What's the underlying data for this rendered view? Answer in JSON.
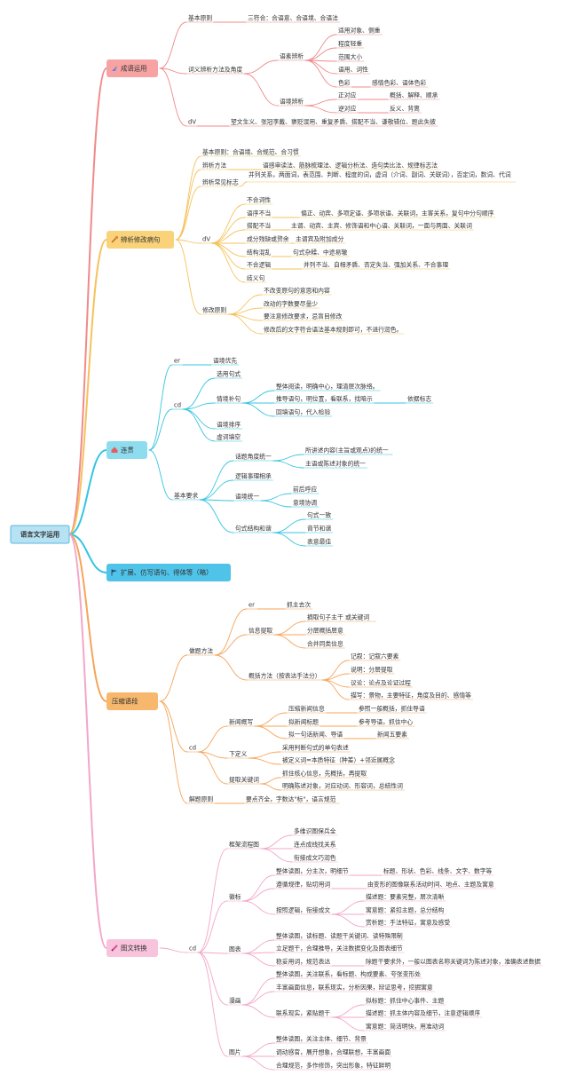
{
  "colors": {
    "red": "#f08a8a",
    "orange": "#f5c25c",
    "cyan": "#36c5e0",
    "blue": "#36c5e0",
    "amber": "#f5a55a",
    "pink": "#f3a7c8",
    "root_bg": "#b7e2f3",
    "red_bg": "#f7a3a3",
    "orange_bg": "#f9d27a",
    "cyan_bg": "#8fdcef",
    "blue_bg": "#4fc3e8",
    "amber_bg": "#f7b86d",
    "pink_bg": "#f8c3dc"
  },
  "root": {
    "label": "语言文字运用"
  },
  "branches": [
    {
      "id": "b1",
      "label": "成语运用",
      "icon": "rocket-icon",
      "color": "red",
      "y": 0
    },
    {
      "id": "b2",
      "label": "辨析修改病句",
      "icon": "tool-icon",
      "color": "orange",
      "y": 0
    },
    {
      "id": "b3",
      "label": "连贯",
      "icon": "house-icon",
      "color": "cyan",
      "y": 0
    },
    {
      "id": "b4",
      "label": "扩展、仿写语句、得体等（略）",
      "icon": "flag-icon",
      "color": "blue",
      "y": 0
    },
    {
      "id": "b5",
      "label": "压缩语段",
      "icon": "",
      "color": "amber",
      "y": 0
    },
    {
      "id": "b6",
      "label": "图文转换",
      "icon": "pencil-icon",
      "color": "pink",
      "y": 0
    }
  ],
  "nodes": [
    {
      "id": "n1",
      "p": "b1",
      "t": "基本原则"
    },
    {
      "id": "n2",
      "p": "n1",
      "t": "三符合：合语意、合语境、合语法"
    },
    {
      "id": "n3",
      "p": "b1",
      "t": "词义辨析方法及角度"
    },
    {
      "id": "n4",
      "p": "n3",
      "t": "语素辨析"
    },
    {
      "id": "n5",
      "p": "n4",
      "t": "适用对象、侧重"
    },
    {
      "id": "n6",
      "p": "n4",
      "t": "程度轻重"
    },
    {
      "id": "n7",
      "p": "n4",
      "t": "范围大小"
    },
    {
      "id": "n8",
      "p": "n4",
      "t": "语用、词性"
    },
    {
      "id": "n9",
      "p": "n4",
      "t": "色彩"
    },
    {
      "id": "n10",
      "p": "n9",
      "t": "感情色彩、语体色彩"
    },
    {
      "id": "n11",
      "p": "n3",
      "t": "语境辨析"
    },
    {
      "id": "n12",
      "p": "n11",
      "t": "正对应"
    },
    {
      "id": "n13",
      "p": "n12",
      "t": "概括、解释、顺承"
    },
    {
      "id": "n14",
      "p": "n11",
      "t": "逆对应"
    },
    {
      "id": "n15",
      "p": "n14",
      "t": "反义、背离"
    },
    {
      "id": "n16",
      "p": "b1",
      "t": "dV"
    },
    {
      "id": "n17",
      "p": "n16",
      "t": "望文生义、张冠李戴、褒贬误用、重复矛盾、搭配不当、谦敬错位、题此失彼"
    },
    {
      "id": "m1",
      "p": "b2",
      "t": "基本原则：合语境、合规范、合习惯"
    },
    {
      "id": "m2",
      "p": "b2",
      "t": "辨析方法"
    },
    {
      "id": "m3",
      "p": "m2",
      "t": "语感审读法、筋脉梳理法、逻辑分析法、造句类比法、规律标志法"
    },
    {
      "id": "m4",
      "p": "b2",
      "t": "辨析常见标志"
    },
    {
      "id": "m5",
      "p": "m4",
      "t": "并列关系，两面词，表范围、判断、程度的词，虚词（介词、副词、关联词），否定词，数词、代词"
    },
    {
      "id": "m6",
      "p": "b2",
      "t": "dV"
    },
    {
      "id": "m7",
      "p": "m6",
      "t": "不合词性"
    },
    {
      "id": "m8",
      "p": "m6",
      "t": "语序不当"
    },
    {
      "id": "m9",
      "p": "m8",
      "t": "偏正、动宾、多项定语、多项状语、关联词，主客关系，复句中分句顺序"
    },
    {
      "id": "m10",
      "p": "m6",
      "t": "搭配不当"
    },
    {
      "id": "m11",
      "p": "m10",
      "t": "主谓、动宾、主宾、修饰语和中心语、关联词，一面与两面、关联词"
    },
    {
      "id": "m12",
      "p": "m6",
      "t": "成分残缺或赘余"
    },
    {
      "id": "m13",
      "p": "m12",
      "t": "主谓宾及附加成分"
    },
    {
      "id": "m14",
      "p": "m6",
      "t": "结构混乱"
    },
    {
      "id": "m15",
      "p": "m14",
      "t": "句式杂糅、中途易辙"
    },
    {
      "id": "m16",
      "p": "m6",
      "t": "不合逻辑"
    },
    {
      "id": "m17",
      "p": "m16",
      "t": "并列不当、自相矛盾、否定失当、强加关系、不合事理"
    },
    {
      "id": "m18",
      "p": "m6",
      "t": "歧义句"
    },
    {
      "id": "m19",
      "p": "b2",
      "t": "修改原则"
    },
    {
      "id": "m20",
      "p": "m19",
      "t": "不改变原句的意思和内容"
    },
    {
      "id": "m21",
      "p": "m19",
      "t": "改动的字数要尽量少"
    },
    {
      "id": "m22",
      "p": "m19",
      "t": "要注意修改要求，忌盲目修改"
    },
    {
      "id": "m23",
      "p": "m19",
      "t": "修改后的文字符合语法基本规则即可，不进行润色。"
    },
    {
      "id": "c1",
      "p": "b3",
      "t": "er"
    },
    {
      "id": "c2",
      "p": "c1",
      "t": "语境优先"
    },
    {
      "id": "c3",
      "p": "b3",
      "t": "cd"
    },
    {
      "id": "c4",
      "p": "c3",
      "t": "选用句式"
    },
    {
      "id": "c5",
      "p": "c3",
      "t": "情境补句"
    },
    {
      "id": "c6",
      "p": "c5",
      "t": "整体阅读，明确中心，理清层次脉络。"
    },
    {
      "id": "c7",
      "p": "c5",
      "t": "推导语句，明位置，看联系，找暗示"
    },
    {
      "id": "c8",
      "p": "c7",
      "t": "依据标志"
    },
    {
      "id": "c9",
      "p": "c5",
      "t": "回填语句，代入检验"
    },
    {
      "id": "c10",
      "p": "c3",
      "t": "语境排序"
    },
    {
      "id": "c11",
      "p": "c3",
      "t": "虚词填空"
    },
    {
      "id": "c12",
      "p": "b3",
      "t": "基本要求"
    },
    {
      "id": "c13",
      "p": "c12",
      "t": "话题角度统一"
    },
    {
      "id": "c14",
      "p": "c13",
      "t": "所讲述内容(主旨或观点)的统一"
    },
    {
      "id": "c15",
      "p": "c13",
      "t": "主语或陈述对象的统一"
    },
    {
      "id": "c16",
      "p": "c12",
      "t": "逻辑事理相承"
    },
    {
      "id": "c17",
      "p": "c12",
      "t": "语境统一"
    },
    {
      "id": "c18",
      "p": "c17",
      "t": "前后呼应"
    },
    {
      "id": "c19",
      "p": "c17",
      "t": "意境协调"
    },
    {
      "id": "c20",
      "p": "c12",
      "t": "句式结构和谐"
    },
    {
      "id": "c21",
      "p": "c20",
      "t": "句式一致"
    },
    {
      "id": "c22",
      "p": "c20",
      "t": "音节和谐"
    },
    {
      "id": "c23",
      "p": "c20",
      "t": "表意最佳"
    },
    {
      "id": "y1",
      "p": "b5",
      "t": "做题方法"
    },
    {
      "id": "y2",
      "p": "y1",
      "t": "er"
    },
    {
      "id": "y3",
      "p": "y2",
      "t": "抓主去次"
    },
    {
      "id": "y4",
      "p": "y1",
      "t": "信息提取"
    },
    {
      "id": "y5",
      "p": "y4",
      "t": "摘取句子主干  或关键词"
    },
    {
      "id": "y6",
      "p": "y4",
      "t": "分层概括层意"
    },
    {
      "id": "y7",
      "p": "y4",
      "t": "合并同类信息"
    },
    {
      "id": "y8",
      "p": "y1",
      "t": "概括方法（按表达手法分）"
    },
    {
      "id": "y9",
      "p": "y8",
      "t": "记叙：记叙六要素"
    },
    {
      "id": "y10",
      "p": "y8",
      "t": "说明：分层提取"
    },
    {
      "id": "y11",
      "p": "y8",
      "t": "议论：论点及论证过程"
    },
    {
      "id": "y12",
      "p": "y8",
      "t": "描写：景物，主要特征，角度及目的、感情等"
    },
    {
      "id": "y13",
      "p": "b5",
      "t": "cd"
    },
    {
      "id": "y14",
      "p": "y13",
      "t": "新闻概写"
    },
    {
      "id": "y15",
      "p": "y14",
      "t": "压缩新闻信息"
    },
    {
      "id": "y16",
      "p": "y15",
      "t": "参照一般概括，抓住导语"
    },
    {
      "id": "y17",
      "p": "y14",
      "t": "拟新闻标题"
    },
    {
      "id": "y18",
      "p": "y17",
      "t": "参考导语，抓住中心"
    },
    {
      "id": "y19",
      "p": "y14",
      "t": "拟一句话新闻、导语"
    },
    {
      "id": "y20",
      "p": "y19",
      "t": "新闻五要素"
    },
    {
      "id": "y21",
      "p": "y13",
      "t": "下定义"
    },
    {
      "id": "y22",
      "p": "y21",
      "t": "采用判断句式的单句表述"
    },
    {
      "id": "y23",
      "p": "y21",
      "t": "被定义词=本质特征（种差）+邻近属概念"
    },
    {
      "id": "y24",
      "p": "y13",
      "t": "提取关键词"
    },
    {
      "id": "y25",
      "p": "y24",
      "t": "抓住核心信息，先概括，再提取"
    },
    {
      "id": "y26",
      "p": "y24",
      "t": "明确陈述对象，对应动词、形容词，总结性词"
    },
    {
      "id": "y27",
      "p": "b5",
      "t": "解题原则"
    },
    {
      "id": "y28",
      "p": "y27",
      "t": "要点齐全，字数达\"标\"，语言规范"
    },
    {
      "id": "t1",
      "p": "b6",
      "t": "cd"
    },
    {
      "id": "t2",
      "p": "t1",
      "t": "框架流程图"
    },
    {
      "id": "t3",
      "p": "t2",
      "t": "多维识图保兵全"
    },
    {
      "id": "t4",
      "p": "t2",
      "t": "连点成线找关系"
    },
    {
      "id": "t5",
      "p": "t2",
      "t": "衔接成文巧润色"
    },
    {
      "id": "t6",
      "p": "t1",
      "t": "徽标"
    },
    {
      "id": "t7",
      "p": "t6",
      "t": "整体读图，分主次，明细节"
    },
    {
      "id": "t8",
      "p": "t7",
      "t": "标题、形状、色彩、线条、文字、数字等"
    },
    {
      "id": "t9",
      "p": "t6",
      "t": "遵循规律，贴切用词"
    },
    {
      "id": "t10",
      "p": "t9",
      "t": "由变形的图像联系活动时间、地点、主题及寓意"
    },
    {
      "id": "t11",
      "p": "t6",
      "t": "按照逻辑，衔接成文"
    },
    {
      "id": "t12",
      "p": "t11",
      "t": "描述题：要素完整，层次清晰"
    },
    {
      "id": "t13",
      "p": "t11",
      "t": "寓意题：紧扣主题，总分结构"
    },
    {
      "id": "t14",
      "p": "t11",
      "t": "赏析题：手法特征，寓意及感受"
    },
    {
      "id": "t15",
      "p": "t1",
      "t": "图表"
    },
    {
      "id": "t16",
      "p": "t15",
      "t": "整体读图，读标题、读题干关键词、读特殊限制"
    },
    {
      "id": "t17",
      "p": "t15",
      "t": "立足题干，合理推导，关注数据变化及图表细节"
    },
    {
      "id": "t18",
      "p": "t15",
      "t": "稳妥用词，规范表达"
    },
    {
      "id": "t19",
      "p": "t18",
      "t": "除题干要求外，一般以图表名称关键词为陈述对象，准确表述数据"
    },
    {
      "id": "t20",
      "p": "t1",
      "t": "漫画"
    },
    {
      "id": "t21",
      "p": "t20",
      "t": "整体读图，关注联系，看标题、构成要素、夸张变形处"
    },
    {
      "id": "t22",
      "p": "t20",
      "t": "丰富画面信息，联系现实，分析因果，辩证思考，挖掘寓意"
    },
    {
      "id": "t23",
      "p": "t20",
      "t": "联系现实，紧贴题干"
    },
    {
      "id": "t24",
      "p": "t23",
      "t": "拟标题：抓住中心事件、主题"
    },
    {
      "id": "t25",
      "p": "t23",
      "t": "描述题：抓主体内容及细节，注意逻辑顺序"
    },
    {
      "id": "t26",
      "p": "t23",
      "t": "寓意题：简洁明快，用准动词"
    },
    {
      "id": "t27",
      "p": "t1",
      "t": "图片"
    },
    {
      "id": "t28",
      "p": "t27",
      "t": "整体读图，关注主体、细节、背景"
    },
    {
      "id": "t29",
      "p": "t27",
      "t": "调动感官，展开想象，合理联想，丰富画面"
    },
    {
      "id": "t30",
      "p": "t27",
      "t": "合理规范，多作修饰，突出形象，特征鲜明"
    }
  ]
}
